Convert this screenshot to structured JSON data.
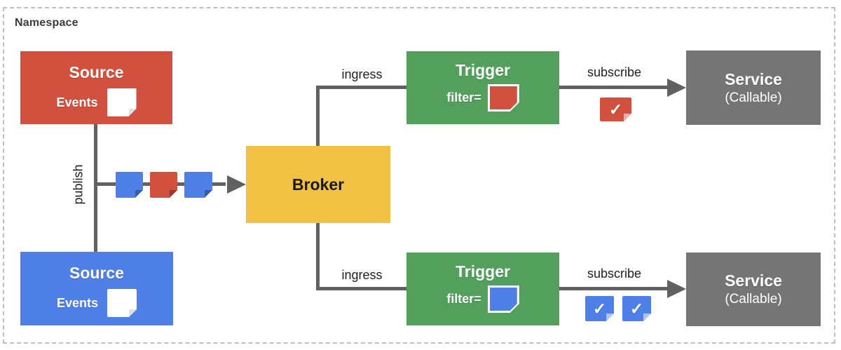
{
  "diagram": {
    "namespace_label": "Namespace",
    "check_glyph": "✓",
    "edges": {
      "publish": "publish",
      "ingress_top": "ingress",
      "ingress_bottom": "ingress",
      "subscribe_top": "subscribe",
      "subscribe_bottom": "subscribe"
    },
    "nodes": {
      "source_top": {
        "title": "Source",
        "events_label": "Events",
        "color": "#d2503e"
      },
      "source_bottom": {
        "title": "Source",
        "events_label": "Events",
        "color": "#4f80e8"
      },
      "broker": {
        "title": "Broker",
        "color": "#f0c143"
      },
      "trigger_top": {
        "title": "Trigger",
        "filter_label": "filter=",
        "filter_event_color": "#d2503e"
      },
      "trigger_bottom": {
        "title": "Trigger",
        "filter_label": "filter=",
        "filter_event_color": "#4f80e8"
      },
      "service_top": {
        "title": "Service",
        "subtitle": "(Callable)",
        "color": "#757575"
      },
      "service_bottom": {
        "title": "Service",
        "subtitle": "(Callable)",
        "color": "#757575"
      }
    },
    "event_stream_colors": [
      "#4f80e8",
      "#d2503e",
      "#4f80e8"
    ],
    "delivered_events": {
      "top": [
        "#d2503e"
      ],
      "bottom": [
        "#4f80e8",
        "#4f80e8"
      ]
    },
    "palette": {
      "red": "#d2503e",
      "blue": "#4f80e8",
      "green": "#52a05c",
      "yellow": "#f0c143",
      "gray": "#757575",
      "connector": "#616161",
      "boundary_border": "#bfbfbf"
    }
  }
}
